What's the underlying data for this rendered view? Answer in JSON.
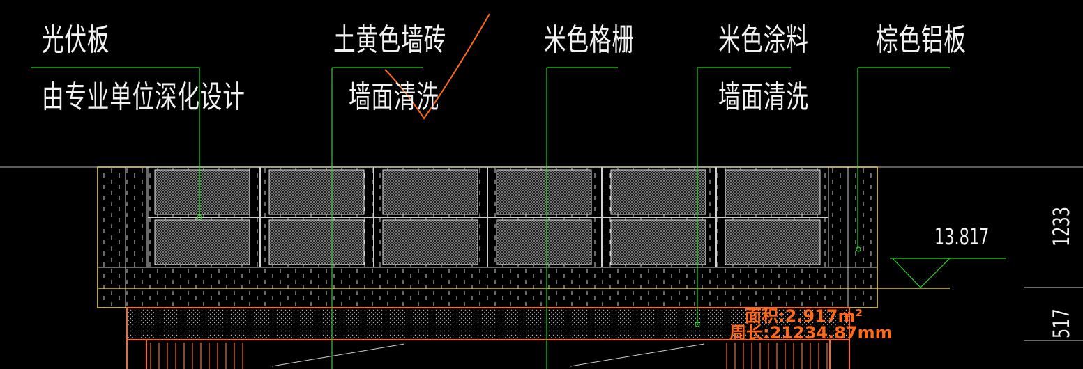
{
  "labels": {
    "pv_panel": "光伏板",
    "pv_note": "由专业单位深化设计",
    "yellow_brick": "土黄色墙砖",
    "brick_note": "墙面清洗",
    "beige_grille": "米色格栅",
    "beige_paint": "米色涂料",
    "paint_note": "墙面清洗",
    "brown_aluminum": "棕色铝板"
  },
  "dimensions": {
    "elevation": "13.817",
    "height_upper": "1233",
    "height_lower": "517"
  },
  "measurement": {
    "area": "面积:2.917m²",
    "perimeter": "周长:21234.87mm"
  },
  "colors": {
    "background": "#000000",
    "leader": "#22d622",
    "outline": "#f4e24a",
    "measure": "#ff6a1a",
    "linework": "#c8c8c8"
  }
}
